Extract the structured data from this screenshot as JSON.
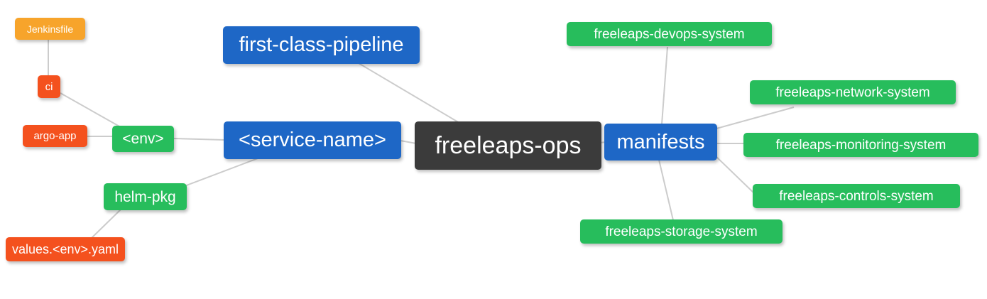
{
  "diagram": {
    "type": "mindmap",
    "root_id": "freeleaps_ops",
    "nodes": {
      "freeleaps_ops": {
        "label": "freeleaps-ops",
        "color": "dark",
        "level": "root"
      },
      "first_class_pipeline": {
        "label": "first-class-pipeline",
        "color": "blue",
        "level": "branch"
      },
      "service_name": {
        "label": "<service-name>",
        "color": "blue",
        "level": "branch"
      },
      "manifests": {
        "label": "manifests",
        "color": "blue",
        "level": "branch"
      },
      "env": {
        "label": "<env>",
        "color": "green",
        "level": "sub"
      },
      "helm_pkg": {
        "label": "helm-pkg",
        "color": "green",
        "level": "sub"
      },
      "ci": {
        "label": "ci",
        "color": "red",
        "level": "leaf"
      },
      "argo_app": {
        "label": "argo-app",
        "color": "red",
        "level": "leaf"
      },
      "jenkinsfile": {
        "label": "Jenkinsfile",
        "color": "orange",
        "level": "leaf"
      },
      "values_env_yaml": {
        "label": "values.<env>.yaml",
        "color": "red",
        "level": "leaf"
      },
      "devops_system": {
        "label": "freeleaps-devops-system",
        "color": "green",
        "level": "sub"
      },
      "network_system": {
        "label": "freeleaps-network-system",
        "color": "green",
        "level": "sub"
      },
      "monitoring_system": {
        "label": "freeleaps-monitoring-system",
        "color": "green",
        "level": "sub"
      },
      "controls_system": {
        "label": "freeleaps-controls-system",
        "color": "green",
        "level": "sub"
      },
      "storage_system": {
        "label": "freeleaps-storage-system",
        "color": "green",
        "level": "sub"
      }
    },
    "edges": [
      {
        "from": "jenkinsfile",
        "to": "ci"
      },
      {
        "from": "ci",
        "to": "env"
      },
      {
        "from": "argo_app",
        "to": "env"
      },
      {
        "from": "env",
        "to": "service_name"
      },
      {
        "from": "helm_pkg",
        "to": "service_name"
      },
      {
        "from": "values_env_yaml",
        "to": "helm_pkg"
      },
      {
        "from": "first_class_pipeline",
        "to": "freeleaps_ops"
      },
      {
        "from": "service_name",
        "to": "freeleaps_ops"
      },
      {
        "from": "freeleaps_ops",
        "to": "manifests"
      },
      {
        "from": "manifests",
        "to": "devops_system"
      },
      {
        "from": "manifests",
        "to": "network_system"
      },
      {
        "from": "manifests",
        "to": "monitoring_system"
      },
      {
        "from": "manifests",
        "to": "controls_system"
      },
      {
        "from": "manifests",
        "to": "storage_system"
      }
    ]
  },
  "palette": {
    "orange": "#F7A42B",
    "red": "#F4511E",
    "green": "#27BD5C",
    "blue": "#1E67C6",
    "dark": "#3B3B3B",
    "edge": "#CCCCCC",
    "text": "#FFFFFF",
    "background": "#FFFFFF"
  }
}
